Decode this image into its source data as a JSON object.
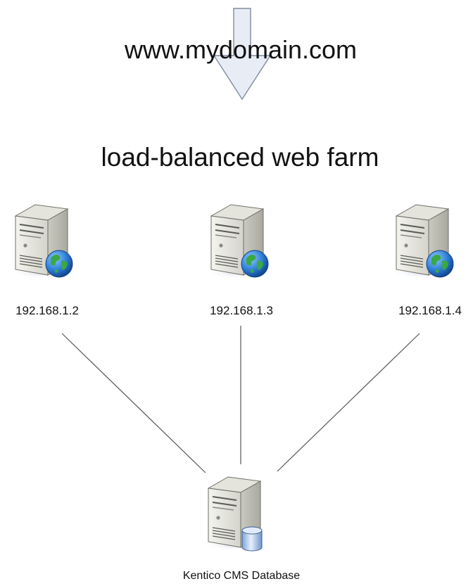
{
  "domain_label": "www.mydomain.com",
  "farm_label": "load-balanced web farm",
  "servers": [
    {
      "ip": "192.168.1.2",
      "icon": "web-server-icon"
    },
    {
      "ip": "192.168.1.3",
      "icon": "web-server-icon"
    },
    {
      "ip": "192.168.1.4",
      "icon": "web-server-icon"
    }
  ],
  "database": {
    "label": "Kentico CMS Database",
    "icon": "database-server-icon"
  },
  "colors": {
    "line": "#555555",
    "arrow_fill": "#e6ecf4",
    "arrow_stroke": "#7f8ba0",
    "globe": "#2a7bd4",
    "land": "#3aa845"
  }
}
